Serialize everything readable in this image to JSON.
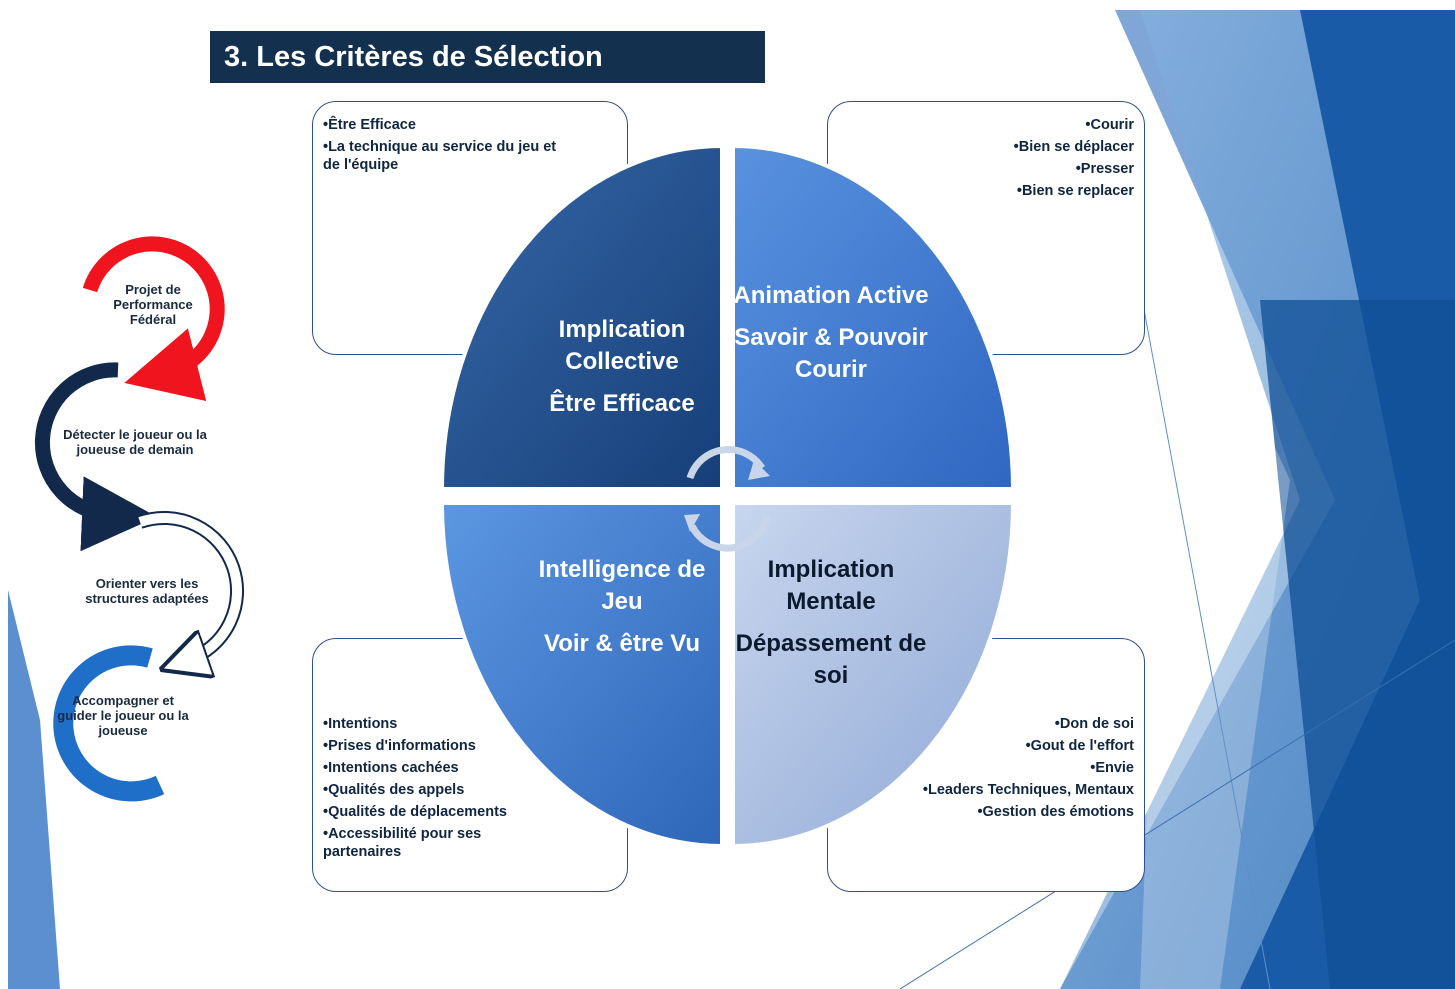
{
  "title": "3.  Les Critères de Sélection",
  "cycle": {
    "step1": "Projet de Performance Fédéral",
    "step2": "Détecter le joueur ou la joueuse de demain",
    "step3": "Orienter vers les structures adaptées",
    "step4": "Accompagner et guider le joueur ou la joueuse"
  },
  "quadrants": {
    "top_left": {
      "title": "Implication Collective",
      "subtitle": "Être Efficace"
    },
    "top_right": {
      "title": "Animation Active",
      "subtitle": "Savoir & Pouvoir Courir"
    },
    "bottom_left": {
      "title": "Intelligence de Jeu",
      "subtitle": "Voir & être Vu"
    },
    "bottom_right": {
      "title": "Implication Mentale",
      "subtitle": "Dépassement de soi"
    }
  },
  "boxes": {
    "top_left": [
      "Être Efficace",
      "La technique au service du jeu et de l'équipe"
    ],
    "top_right": [
      "Courir",
      "Bien se déplacer",
      "Presser",
      "Bien se replacer"
    ],
    "bottom_left": [
      "Intentions",
      "Prises d'informations",
      "Intentions cachées",
      "Qualités des appels",
      "Qualités de déplacements",
      "Accessibilité pour ses partenaires"
    ],
    "bottom_right": [
      "Don de soi",
      "Gout de l'effort",
      "Envie",
      "Leaders Techniques, Mentaux",
      "Gestion des émotions"
    ]
  },
  "colors": {
    "title_bg": "#14304f",
    "q_top_left": "#1f4e8c",
    "q_top_right": "#3a76d1",
    "q_bottom_left": "#3f7fd4",
    "q_bottom_right": "#aabfe3",
    "arrow_red": "#f0141e",
    "arrow_navy": "#13294b",
    "arrow_blue": "#1f6fc8"
  }
}
